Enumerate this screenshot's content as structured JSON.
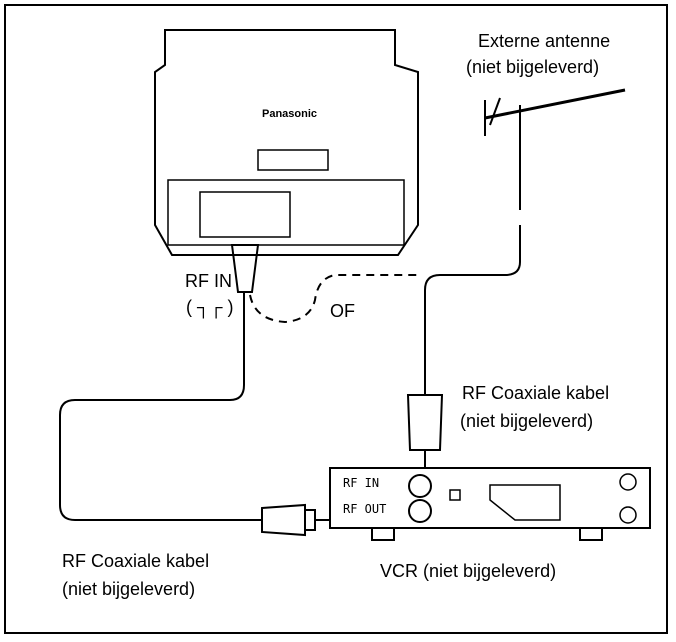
{
  "tv": {
    "brand": "Panasonic"
  },
  "antenna": {
    "line1": "Externe  antenne",
    "line2": "(niet bijgeleverd)"
  },
  "rf_in": {
    "label": "RF IN",
    "symbol": "( ┐┌ )"
  },
  "of_label": "OF",
  "cable_right": {
    "line1": "RF Coaxiale kabel",
    "line2": "(niet bijgeleverd)"
  },
  "cable_left": {
    "line1": "RF Coaxiale kabel",
    "line2": "(niet bijgeleverd)"
  },
  "vcr": {
    "label": "VCR (niet bijgeleverd)",
    "rf_in": "RF IN",
    "rf_out": "RF OUT"
  }
}
